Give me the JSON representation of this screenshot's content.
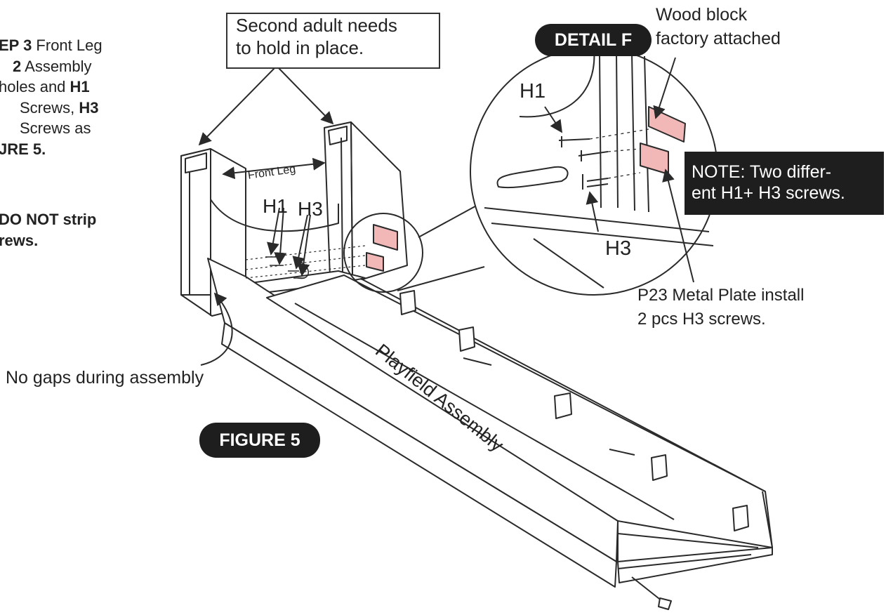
{
  "step_text": {
    "line1_bold": "EP 3",
    "line1_rest": "  Front Leg",
    "line2_bold": "2",
    "line2_rest": " Assembly",
    "line3_rest": "holes and ",
    "line3_bold": "H1",
    "line4_rest": "Screws, ",
    "line4_bold": "H3",
    "line5_rest": "Screws as",
    "line6_bold": "JRE 5."
  },
  "warning": {
    "line1": "DO NOT strip",
    "line2": "rews."
  },
  "callout": {
    "line1": "Second adult needs",
    "line2": "to hold in place."
  },
  "detail_label": "DETAIL F",
  "wood_block": {
    "line1": "Wood block",
    "line2": "factory attached"
  },
  "note": {
    "line1": "NOTE: Two differ-",
    "line2": "ent H1+ H3 screws."
  },
  "detail_h1": "H1",
  "detail_h3": "H3",
  "plate_text": {
    "line1": "P23 Metal Plate install",
    "line2": "2 pcs H3 screws."
  },
  "front_leg_label": "Front Leg",
  "main_h1": "H1",
  "main_h3": "H3",
  "no_gaps": "No gaps during assembly",
  "playfield_label": "Playfield Assembly",
  "figure_label": "FIGURE 5",
  "colors": {
    "line": "#2a2a2a",
    "pink": "#f2b8b8",
    "pill": "#1e1e1e"
  }
}
